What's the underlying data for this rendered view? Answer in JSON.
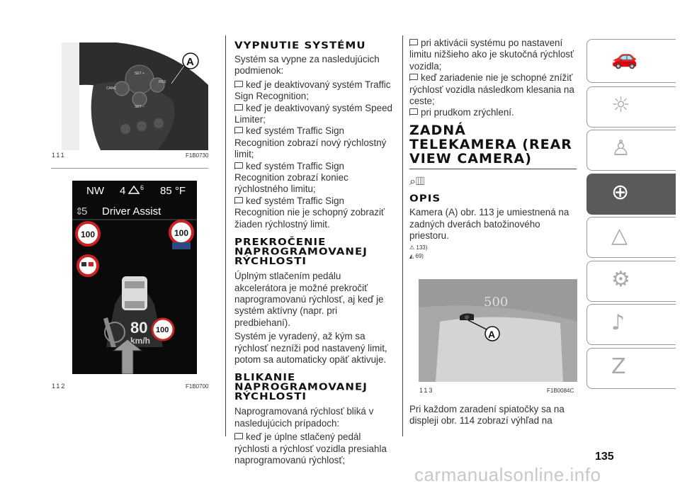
{
  "page_number": "135",
  "watermark": "carmanualsonline.info",
  "figures": {
    "fig111": {
      "number": "111",
      "code": "F1B0730",
      "callout": "A",
      "buttons": {
        "set_plus": "SET +",
        "canc": "CANC",
        "res": "RES",
        "set_minus": "SET –"
      }
    },
    "fig112": {
      "number": "112",
      "code": "F1B0700",
      "display": {
        "heading": "NW",
        "gear": "4",
        "gear_sup": "6",
        "temp": "85 °F",
        "set_speed": "5",
        "mode": "Driver Assist",
        "sign_left": "100",
        "sign_right": "100",
        "speed": "80",
        "speed_unit": "km/h",
        "sign_bottom": "100"
      }
    },
    "fig113": {
      "number": "113",
      "code": "F1B0084C",
      "callout": "A",
      "badge": "500"
    }
  },
  "col2": {
    "h_vypnutie": "VYPNUTIE SYSTÉMU",
    "p_vypnutie": "Systém sa vypne za nasledujúcich podmienok:",
    "bullets_vypnutie": [
      "keď je deaktivovaný systém Traffic Sign Recognition;",
      "keď je deaktivovaný systém Speed Limiter;",
      "keď systém Traffic Sign Recognition zobrazí nový rýchlostný limit;",
      "keď systém Traffic Sign Recognition zobrazí koniec rýchlostného limitu;",
      "keď systém Traffic Sign Recognition nie je schopný zobraziť žiaden rýchlostný limit."
    ],
    "h_prekrocenie": "PREKROČENIE NAPROGRAMOVANEJ RÝCHLOSTI",
    "p_prekrocenie_1": "Úplným stlačením pedálu akcelerátora je možné prekročiť naprogramovanú rýchlosť, aj keď je systém aktívny (napr. pri predbiehaní).",
    "p_prekrocenie_2": "Systém je vyradený, až kým sa rýchlosť nezníži pod nastavený limit, potom sa automaticky opäť aktivuje.",
    "h_blikanie": "BLIKANIE NAPROGRAMOVANEJ RÝCHLOSTI",
    "p_blikanie": "Naprogramovaná rýchlosť bliká v nasledujúcich prípadoch:",
    "bullets_blikanie": [
      "keď je úplne stlačený pedál rýchlosti a rýchlosť vozidla presiahla naprogramovanú rýchlosť;"
    ]
  },
  "col3": {
    "bullets_top": [
      "pri aktivácii systému po nastavení limitu nižšieho ako je skutočná rýchlosť vozidla;",
      "keď zariadenie nie je schopné znížiť rýchlosť vozidla následkom klesania na ceste;",
      "pri prudkom zrýchlení."
    ],
    "h_zadna": "ZADNÁ TELEKAMERA (REAR VIEW CAMERA)",
    "h_opis": "OPIS",
    "p_opis": "Kamera (A) obr. 113 je umiestnená na zadných dverách batožinového priestoru.",
    "note1": "133)",
    "note2": "69)",
    "p_bottom": "Pri každom zaradení spiatočky sa na displeji obr. 114 zobrazí výhľad na"
  },
  "side_tabs": [
    "car-dashboard-icon",
    "warning-lights-icon",
    "seat-airbag-icon",
    "steering-key-icon",
    "emergency-triangle-icon",
    "maintenance-gears-icon",
    "multimedia-icon",
    "index-abc-icon"
  ],
  "active_tab_index": 3
}
